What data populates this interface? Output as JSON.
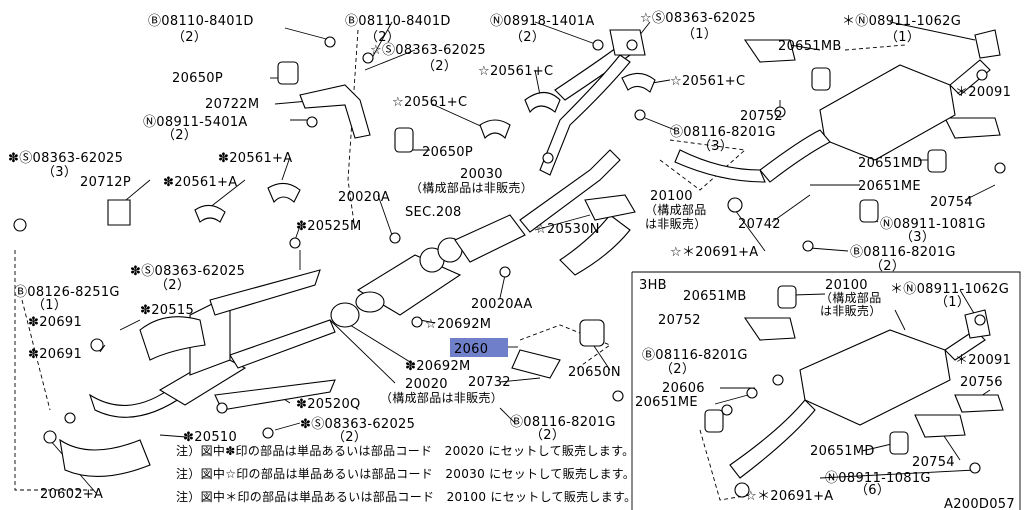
{
  "labels": [
    {
      "id": "b08110-8401d-a",
      "lines": [
        "Ⓑ08110-8401D",
        "（2）"
      ]
    },
    {
      "id": "b08110-8401d-b",
      "lines": [
        "Ⓑ08110-8401D",
        "（2）"
      ]
    },
    {
      "id": "n08918-1401a",
      "lines": [
        "Ⓝ08918-1401A",
        "（2）"
      ]
    },
    {
      "id": "s08363-62025-a",
      "lines": [
        "☆Ⓢ08363-62025",
        "（1）"
      ]
    },
    {
      "id": "n08911-1062g-a",
      "lines": [
        "＊Ⓝ08911-1062G",
        "（1）"
      ]
    },
    {
      "id": "p20651mb-a",
      "lines": [
        "20651MB"
      ]
    },
    {
      "id": "p20650p-a",
      "lines": [
        "20650P"
      ]
    },
    {
      "id": "s08363-62025-b",
      "lines": [
        "☆Ⓢ08363-62025",
        "（2）"
      ]
    },
    {
      "id": "p20561c-a",
      "lines": [
        "☆20561+C"
      ]
    },
    {
      "id": "p20561c-b",
      "lines": [
        "☆20561+C"
      ]
    },
    {
      "id": "p20722m",
      "lines": [
        "20722M"
      ]
    },
    {
      "id": "p20561c-c",
      "lines": [
        "☆20561+C"
      ]
    },
    {
      "id": "p20752-a",
      "lines": [
        "20752"
      ]
    },
    {
      "id": "p20091-a",
      "lines": [
        "＊20091"
      ]
    },
    {
      "id": "n08911-5401a",
      "lines": [
        "Ⓝ08911-5401A",
        "（2）"
      ]
    },
    {
      "id": "b08116-8201g-a",
      "lines": [
        "Ⓑ08116-8201G",
        "（3）"
      ]
    },
    {
      "id": "p20650p-b",
      "lines": [
        "20650P"
      ]
    },
    {
      "id": "s08363-62025-c",
      "lines": [
        "✽Ⓢ08363-62025",
        "（3）"
      ]
    },
    {
      "id": "p20561a-a",
      "lines": [
        "✽20561+A"
      ]
    },
    {
      "id": "p20030",
      "lines": [
        "20030",
        "（構成部品は非販売）"
      ]
    },
    {
      "id": "p20651md-a",
      "lines": [
        "20651MD"
      ]
    },
    {
      "id": "p20712p",
      "lines": [
        "20712P"
      ]
    },
    {
      "id": "p20561a-b",
      "lines": [
        "✽20561+A"
      ]
    },
    {
      "id": "p20651me-a",
      "lines": [
        "20651ME"
      ]
    },
    {
      "id": "p20020a",
      "lines": [
        "20020A"
      ]
    },
    {
      "id": "p20100-a",
      "lines": [
        "20100",
        "（構成部品",
        "は非販売）"
      ]
    },
    {
      "id": "p20754-a",
      "lines": [
        "20754"
      ]
    },
    {
      "id": "sec208",
      "lines": [
        "SEC.208"
      ]
    },
    {
      "id": "p20742",
      "lines": [
        "20742"
      ]
    },
    {
      "id": "n08911-1081g-a",
      "lines": [
        "Ⓝ08911-1081G",
        "（3）"
      ]
    },
    {
      "id": "p20525m",
      "lines": [
        "✽20525M"
      ]
    },
    {
      "id": "p20530n",
      "lines": [
        "☆20530N"
      ]
    },
    {
      "id": "p20691a-a",
      "lines": [
        "☆＊20691+A"
      ]
    },
    {
      "id": "b08116-8201g-b",
      "lines": [
        "Ⓑ08116-8201G",
        "（2）"
      ]
    },
    {
      "id": "s08363-62025-d",
      "lines": [
        "✽Ⓢ08363-62025",
        "（2）"
      ]
    },
    {
      "id": "b08126-8251g",
      "lines": [
        "Ⓑ08126-8251G",
        "（1）"
      ]
    },
    {
      "id": "p20020aa",
      "lines": [
        "20020AA"
      ]
    },
    {
      "id": "p3hb",
      "lines": [
        "3HB"
      ]
    },
    {
      "id": "p20100-b",
      "lines": [
        "20100",
        "（構成部品",
        "は非販売）"
      ]
    },
    {
      "id": "n08911-1062g-b",
      "lines": [
        "＊Ⓝ08911-1062G",
        "（1）"
      ]
    },
    {
      "id": "p20651mb-b",
      "lines": [
        "20651MB"
      ]
    },
    {
      "id": "p20515",
      "lines": [
        "✽20515"
      ]
    },
    {
      "id": "p20691-a",
      "lines": [
        "✽20691"
      ]
    },
    {
      "id": "p20692m-a",
      "lines": [
        "☆20692M"
      ]
    },
    {
      "id": "p20752-b",
      "lines": [
        "20752"
      ]
    },
    {
      "id": "p20691-b",
      "lines": [
        "✽20691"
      ]
    },
    {
      "id": "p20692m-b",
      "lines": [
        "✽20692M"
      ]
    },
    {
      "id": "b08116-8201g-c",
      "lines": [
        "Ⓑ08116-8201G",
        "（2）"
      ]
    },
    {
      "id": "p20091-b",
      "lines": [
        "＊20091"
      ]
    },
    {
      "id": "p20650n",
      "lines": [
        "20650N"
      ]
    },
    {
      "id": "p20732",
      "lines": [
        "20732"
      ]
    },
    {
      "id": "p20606",
      "lines": [
        "20606"
      ]
    },
    {
      "id": "p20756",
      "lines": [
        "20756"
      ]
    },
    {
      "id": "p20020",
      "lines": [
        "20020",
        "（構成部品は非販売）"
      ]
    },
    {
      "id": "p20651me-b",
      "lines": [
        "20651ME"
      ]
    },
    {
      "id": "p20520q",
      "lines": [
        "✽20520Q"
      ]
    },
    {
      "id": "b08116-8201g-d",
      "lines": [
        "Ⓑ08116-8201G",
        "（2）"
      ]
    },
    {
      "id": "p20510",
      "lines": [
        "✽20510"
      ]
    },
    {
      "id": "s08363-62025-e",
      "lines": [
        "✽Ⓢ08363-62025",
        "（2）"
      ]
    },
    {
      "id": "p20651md-b",
      "lines": [
        "20651MD"
      ]
    },
    {
      "id": "p20754-b",
      "lines": [
        "20754"
      ]
    },
    {
      "id": "n08911-1081g-b",
      "lines": [
        "Ⓝ08911-1081G",
        "（6）"
      ]
    },
    {
      "id": "p20602a",
      "lines": [
        "20602+A"
      ]
    },
    {
      "id": "p20691a-b",
      "lines": [
        "☆＊20691+A"
      ]
    }
  ],
  "highlight_label": "2060",
  "notes": [
    "注）図中✽印の部品は単品あるいは部品コード　20020 にセットして販売します。",
    "注）図中☆印の部品は単品あるいは部品コード　20030 にセットして販売します。",
    "注）図中＊印の部品は単品あるいは部品コード　20100 にセットして販売します。"
  ],
  "diagram_code": "A200D057",
  "colors": {
    "highlight": "#6f7fc9",
    "ink": "#000000",
    "background": "#ffffff"
  }
}
